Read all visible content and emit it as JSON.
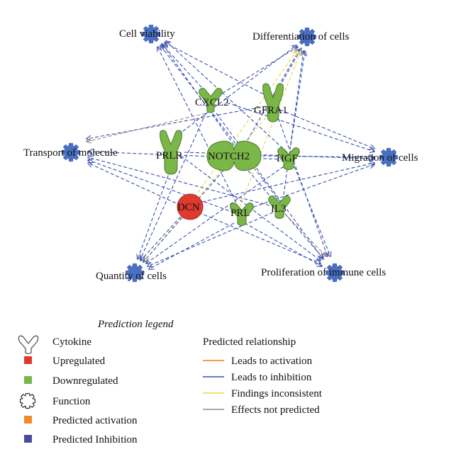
{
  "colors": {
    "function_node": "#4a6fc1",
    "downregulated": "#7ab648",
    "upregulated": "#e03a2f",
    "inhibition_edge": "#3a4fb0",
    "inconsistent_edge": "#e8d84a",
    "not_predicted_edge": "#9a8a7a",
    "activation_edge": "#f07a1a",
    "predicted_activation": "#f0892a",
    "predicted_inhibition": "#4a4a9a"
  },
  "functions": {
    "cell_viability": "Cell viability",
    "differentiation": "Differentiation of cells",
    "transport": "Transport of molecule",
    "migration": "Migration of cells",
    "quantity": "Quantity of cells",
    "proliferation": "Proliferation of immune cells"
  },
  "genes": {
    "cxcl2": "CXCL2",
    "gfra1": "GFRA1",
    "prlr": "PRLR",
    "notch2": "NOTCH2",
    "hgf": "HGF",
    "dcn": "DCN",
    "prl": "PRL",
    "il3": "IL3"
  },
  "legend": {
    "title": "Prediction legend",
    "items": [
      {
        "label": "Cytokine",
        "icon": "cytokine-icon"
      },
      {
        "label": "Upregulated",
        "icon": "red-square"
      },
      {
        "label": "Downregulated",
        "icon": "green-square"
      },
      {
        "label": "Function",
        "icon": "function-gear-icon"
      },
      {
        "label": "Predicted activation",
        "icon": "orange-square"
      },
      {
        "label": "Predicted Inhibition",
        "icon": "purple-square"
      }
    ],
    "relationship_title": "Predicted relationship",
    "relationships": [
      {
        "label": "Leads to activation",
        "color": "#f07a1a"
      },
      {
        "label": "Leads to inhibition",
        "color": "#3a4fb0"
      },
      {
        "label": "Findings inconsistent",
        "color": "#e8d84a"
      },
      {
        "label": "Effects not predicted",
        "color": "#9a8a7a"
      }
    ]
  }
}
